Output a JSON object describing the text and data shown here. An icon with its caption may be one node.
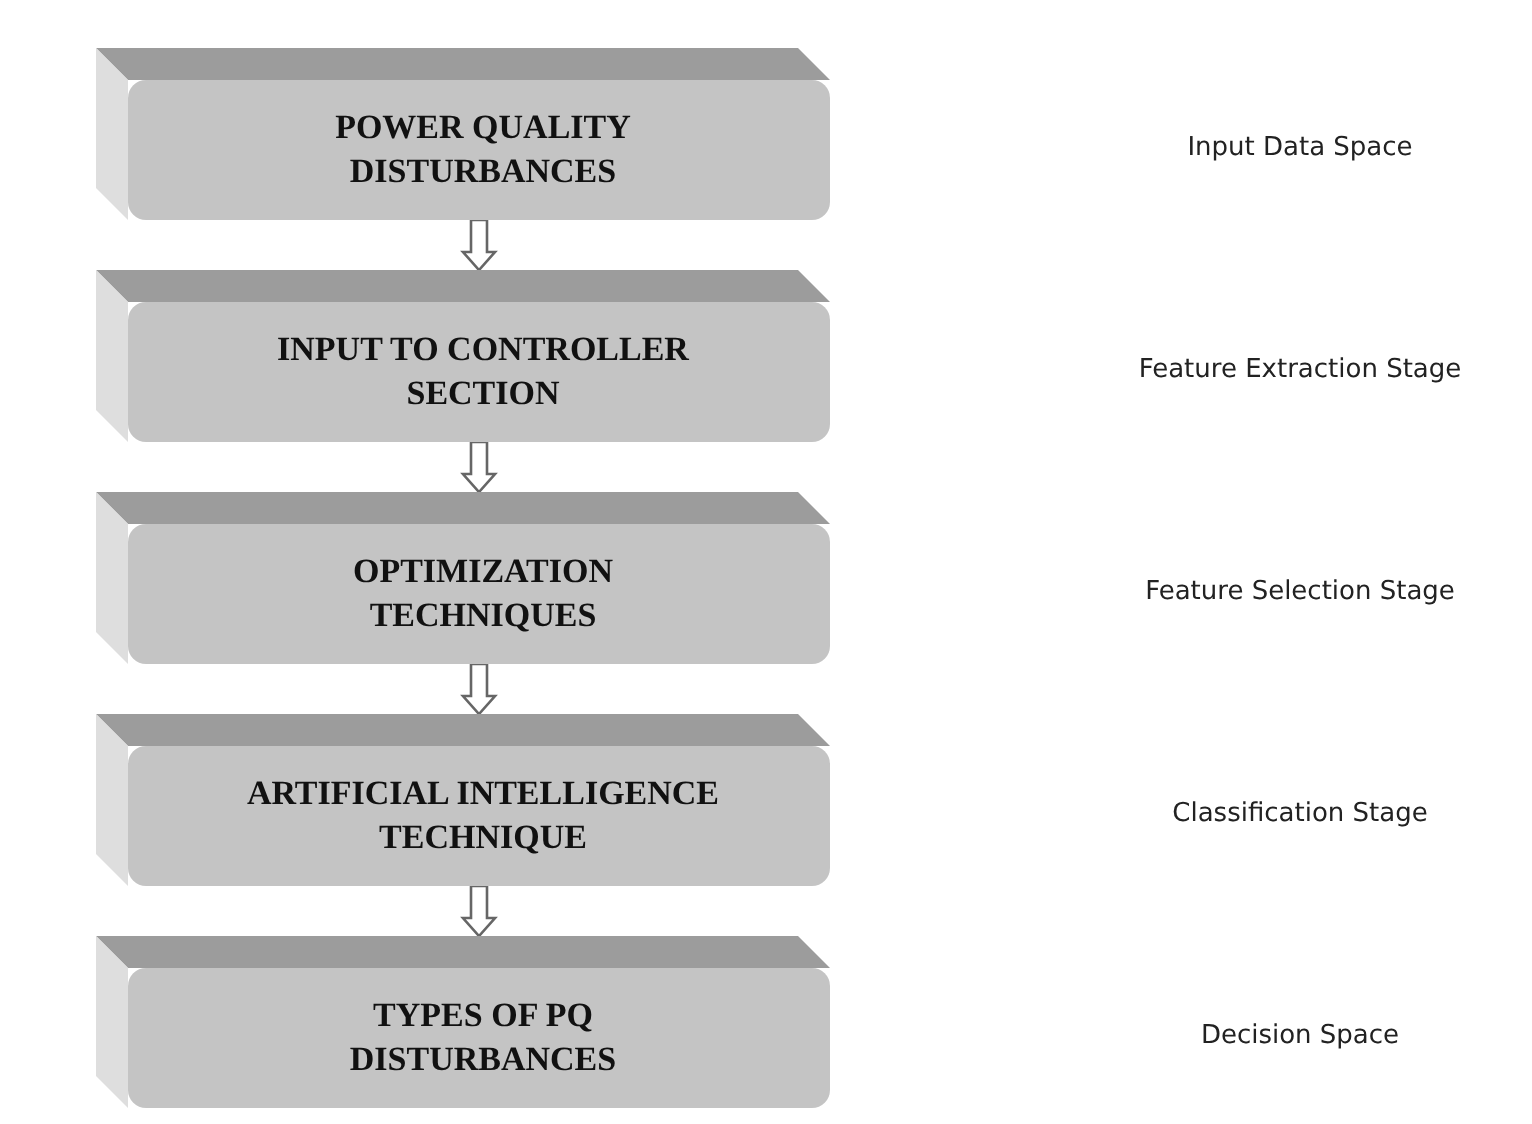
{
  "diagram": {
    "nodes": [
      {
        "text": [
          "POWER QUALITY DISTURBANCES"
        ]
      },
      {
        "text": [
          "INPUT TO CONTROLLER SECTION"
        ]
      },
      {
        "text": [
          "OPTIMIZATION TECHNIQUES"
        ]
      },
      {
        "text": [
          "ARTIFICIAL INTELLIGENCE TECHNIQUE"
        ]
      },
      {
        "text": [
          "TYPES OF PQ DISTURBANCES"
        ]
      }
    ],
    "edges": [
      {
        "from": 0,
        "to": 1,
        "arrow": "to"
      },
      {
        "from": 1,
        "to": 2,
        "arrow": "to"
      },
      {
        "from": 2,
        "to": 3,
        "arrow": "to"
      },
      {
        "from": 3,
        "to": 4,
        "arrow": "to"
      }
    ],
    "labels": [
      "Input Data Space",
      "Feature Extraction Stage",
      "Feature Selection Stage",
      "Classification Stage",
      "Decision Space"
    ]
  }
}
